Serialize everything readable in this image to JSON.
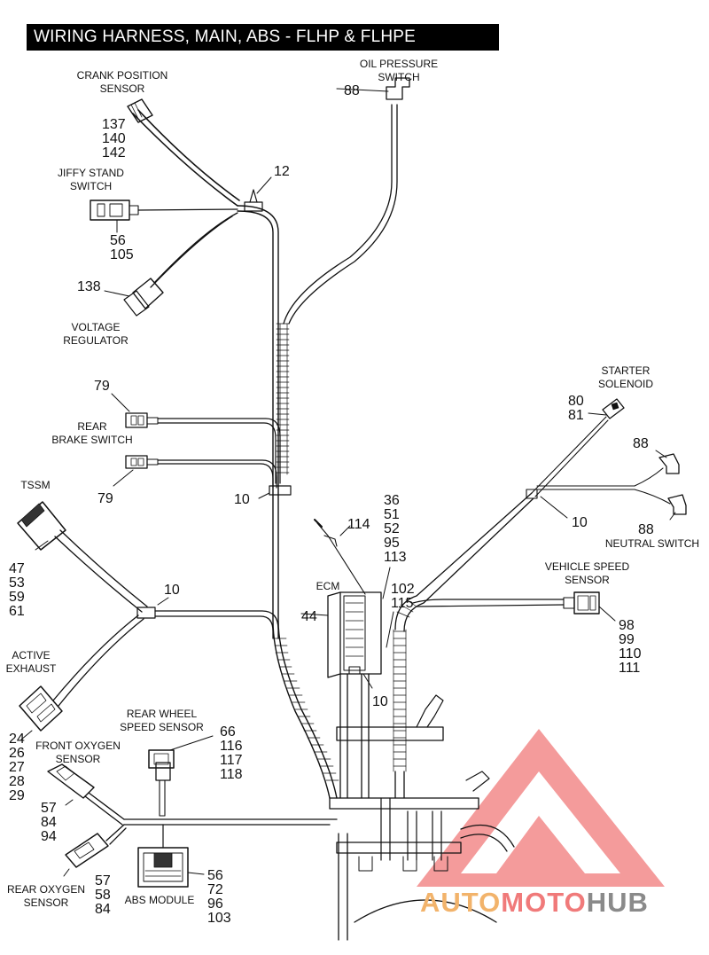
{
  "title": "WIRING HARNESS, MAIN, ABS - FLHP & FLHPE",
  "labels": {
    "crank_position_sensor": "CRANK POSITION\nSENSOR",
    "oil_pressure_switch": "OIL PRESSURE\nSWITCH",
    "jiffy_stand_switch": "JIFFY STAND\nSWITCH",
    "voltage_regulator": "VOLTAGE\nREGULATOR",
    "rear_brake_switch": "REAR\nBRAKE SWITCH",
    "starter_solenoid": "STARTER\nSOLENOID",
    "tssm": "TSSM",
    "neutral_switch": "NEUTRAL SWITCH",
    "vehicle_speed_sensor": "VEHICLE SPEED\nSENSOR",
    "ecm": "ECM",
    "active_exhaust": "ACTIVE\nEXHAUST",
    "rear_wheel_speed_sensor": "REAR WHEEL\nSPEED SENSOR",
    "front_oxygen_sensor": "FRONT OXYGEN\nSENSOR",
    "rear_oxygen_sensor": "REAR OXYGEN\nSENSOR",
    "abs_module": "ABS MODULE"
  },
  "callouts": {
    "crank": "137\n140\n142",
    "oil": "88",
    "clip_top": "12",
    "jiffy": "56\n105",
    "voltage": "138",
    "brake_top": "79",
    "brake_bottom": "79",
    "clip_mid": "10",
    "starter": "80\n81",
    "neutral_top": "88",
    "neutral_bottom": "88",
    "clip_right": "10",
    "ecm_group": "36\n51\n52\n95\n113",
    "ecm_tie": "114",
    "ecm_parts": "102\n115",
    "ecm": "44",
    "tssm": "47\n53\n59\n61",
    "clip_left": "10",
    "vss": "98\n99\n110\n111",
    "clip_ecm": "10",
    "active_exhaust": "24\n26\n27\n28\n29",
    "rear_wheel": "66\n116\n117\n118",
    "front_oxygen": "57\n84\n94",
    "rear_oxygen": "57\n58\n84",
    "abs": "56\n72\n96\n103"
  },
  "watermark": {
    "part1": "AUTO",
    "part2": "MOTO",
    "part3": "HUB",
    "color_orange": "#f2b36b",
    "color_pink": "#f07a7a",
    "color_gray": "#8a8a8a"
  }
}
